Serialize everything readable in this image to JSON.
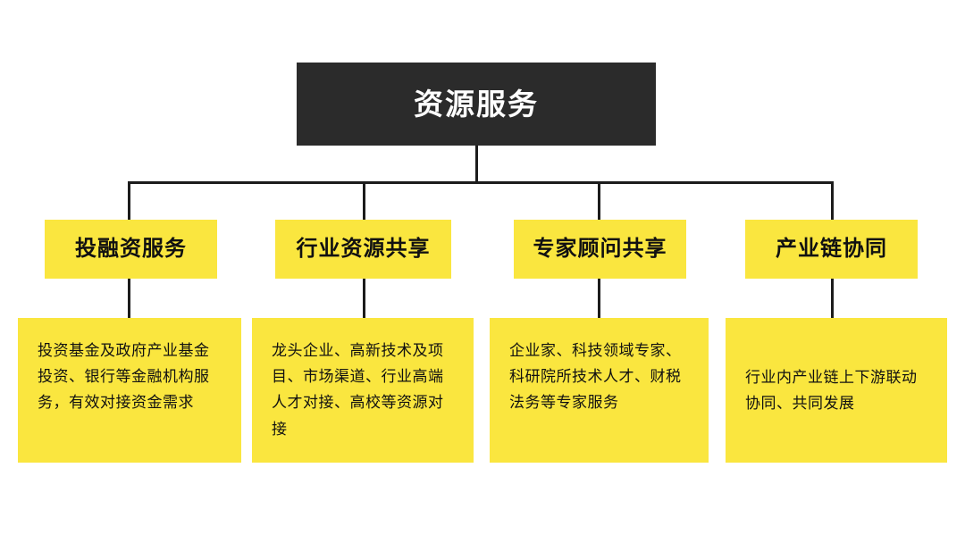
{
  "diagram": {
    "type": "org-tree",
    "colors": {
      "root_bg": "#2b2b2b",
      "root_text": "#ffffff",
      "node_bg": "#fae63f",
      "node_text": "#111111",
      "line": "#1c1c1c",
      "page_bg": "#ffffff"
    },
    "root": {
      "label": "资源服务"
    },
    "branches": [
      {
        "category": "投融资服务",
        "description": "投资基金及政府产业基金投资、银行等金融机构服务，有效对接资金需求"
      },
      {
        "category": "行业资源共享",
        "description": "龙头企业、高新技术及项目、市场渠道、行业高端人才对接、高校等资源对接"
      },
      {
        "category": "专家顾问共享",
        "description": "企业家、科技领域专家、科研院所技术人才、财税法务等专家服务"
      },
      {
        "category": "产业链协同",
        "description": "行业内产业链上下游联动协同、共同发展"
      }
    ]
  }
}
